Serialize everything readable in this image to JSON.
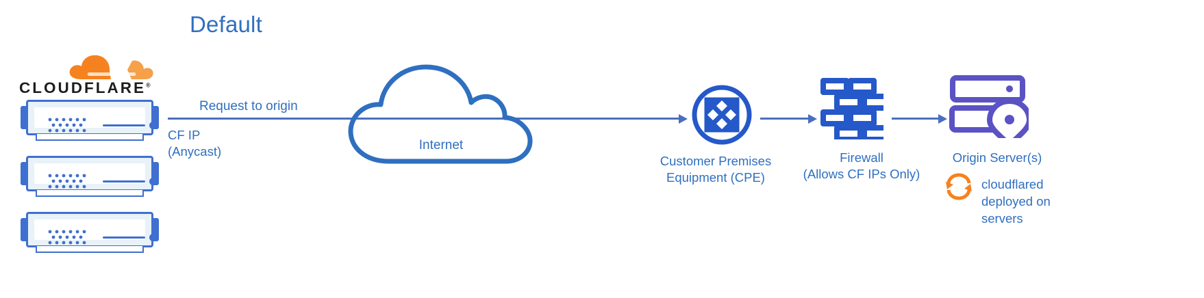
{
  "title": "Default",
  "colors": {
    "blue_text": "#2f6fc0",
    "blue_line": "#4a6fbe",
    "blue_icon": "#2558c8",
    "purple": "#5b52c4",
    "orange": "#f6821f",
    "server_fill": "#e8f2f8",
    "black": "#1d1d1d"
  },
  "brand": {
    "wordmark": "CLOUDFLARE",
    "trademark": "®",
    "cloud_icon": "cloudflare-cloud-logo"
  },
  "servers": {
    "count": 3,
    "icon": "server-rack-icon"
  },
  "flow": {
    "request_label": "Request to origin",
    "cf_ip_label": "CF IP\n(Anycast)"
  },
  "internet": {
    "label": "Internet",
    "icon": "cloud-icon"
  },
  "cpe": {
    "label": "Customer Premises\nEquipment (CPE)",
    "icon": "router-diverging-arrows-icon"
  },
  "firewall": {
    "label": "Firewall\n(Allows CF IPs Only)",
    "icon": "brick-wall-icon"
  },
  "origin": {
    "label": "Origin Server(s)",
    "icon": "origin-server-location-icon"
  },
  "cloudflared": {
    "label": "cloudflared\ndeployed on\nservers",
    "icon": "sync-arrows-icon"
  }
}
